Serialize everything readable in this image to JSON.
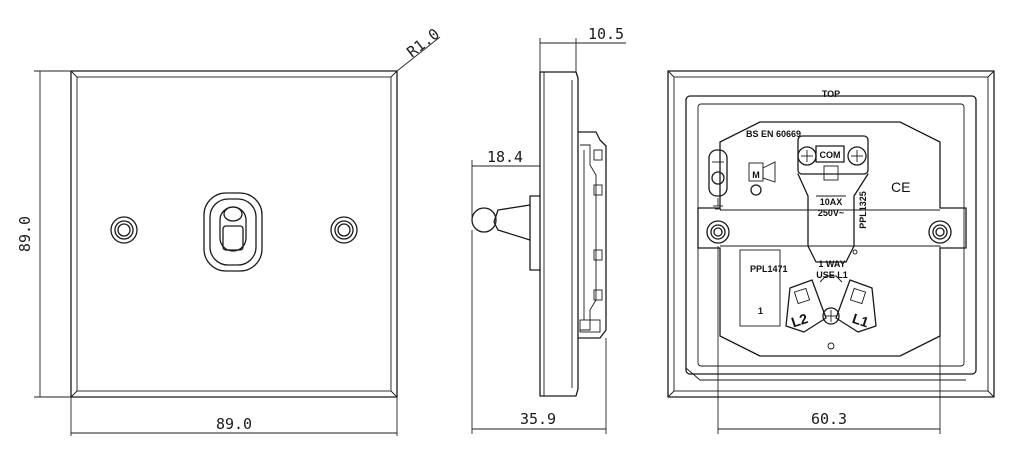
{
  "dimensions": {
    "front_height": "89.0",
    "front_width": "89.0",
    "corner_radius": "R1.0",
    "side_depth_top": "10.5",
    "side_toggle": "18.4",
    "side_depth_total": "35.9",
    "rear_fixing_centres": "60.3"
  },
  "rear_labels": {
    "top": "TOP",
    "standard": "BS EN 60669",
    "com": "COM",
    "rating_current": "10AX",
    "rating_voltage": "250V~",
    "part_ppl1325": "PPL1325",
    "part_ppl1471": "PPL1471",
    "one_way": "1 WAY",
    "use_l1": "USE L1",
    "terminal_l2": "L2",
    "terminal_l1": "L1",
    "number_1": "1",
    "ce_mark": "CE",
    "brand_logo": "M"
  },
  "icons": [
    "earth-icon",
    "screw-icon",
    "toggle-icon",
    "ce-mark-icon",
    "brand-logo-icon"
  ]
}
